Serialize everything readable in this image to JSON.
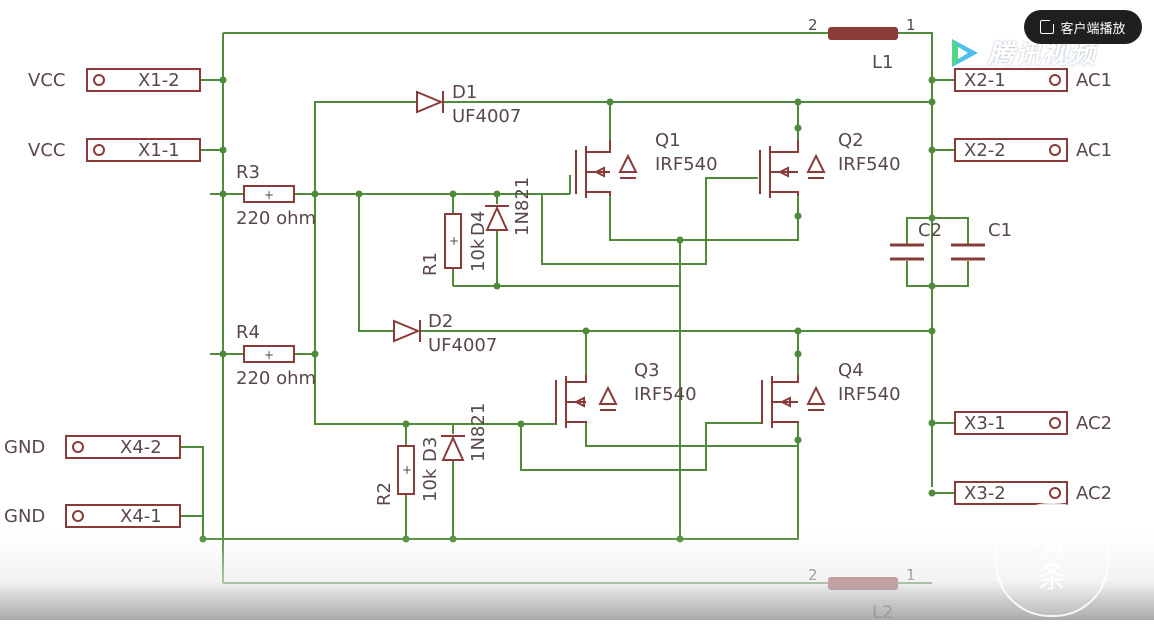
{
  "overlay": {
    "open_client_label": "客户端播放",
    "watermark_text": "腾讯视频",
    "seal_chars": [
      "看",
      "条"
    ]
  },
  "schematic": {
    "connectors": {
      "vcc_a": {
        "net": "VCC",
        "ref": "X1-2"
      },
      "vcc_b": {
        "net": "VCC",
        "ref": "X1-1"
      },
      "gnd_a": {
        "net": "GND",
        "ref": "X4-2"
      },
      "gnd_b": {
        "net": "GND",
        "ref": "X4-1"
      },
      "ac1_a": {
        "net": "AC1",
        "ref": "X2-1"
      },
      "ac1_b": {
        "net": "AC1",
        "ref": "X2-2"
      },
      "ac2_a": {
        "net": "AC2",
        "ref": "X3-1"
      },
      "ac2_b": {
        "net": "AC2",
        "ref": "X3-2"
      }
    },
    "resistors": {
      "r3": {
        "ref": "R3",
        "value": "220 ohm"
      },
      "r4": {
        "ref": "R4",
        "value": "220 ohm"
      },
      "r1": {
        "ref": "R1",
        "value": "10k"
      },
      "r2": {
        "ref": "R2",
        "value": "10k"
      }
    },
    "diodes": {
      "d1": {
        "ref": "D1",
        "value": "UF4007"
      },
      "d2": {
        "ref": "D2",
        "value": "UF4007"
      },
      "d4": {
        "ref": "D4",
        "value": "1N821"
      },
      "d3": {
        "ref": "D3",
        "value": "1N821"
      }
    },
    "mosfets": {
      "q1": {
        "ref": "Q1",
        "value": "IRF540"
      },
      "q2": {
        "ref": "Q2",
        "value": "IRF540"
      },
      "q3": {
        "ref": "Q3",
        "value": "IRF540"
      },
      "q4": {
        "ref": "Q4",
        "value": "IRF540"
      }
    },
    "capacitors": {
      "c1": {
        "ref": "C1"
      },
      "c2": {
        "ref": "C2"
      }
    },
    "inductors": {
      "l1": {
        "ref": "L1",
        "pin_left": "2",
        "pin_right": "1"
      },
      "l2": {
        "ref": "L2",
        "pin_left": "2",
        "pin_right": "1"
      }
    },
    "colors": {
      "wire": "#4f8b3b",
      "component": "#8b3a3a",
      "label": "#5a4848"
    }
  }
}
